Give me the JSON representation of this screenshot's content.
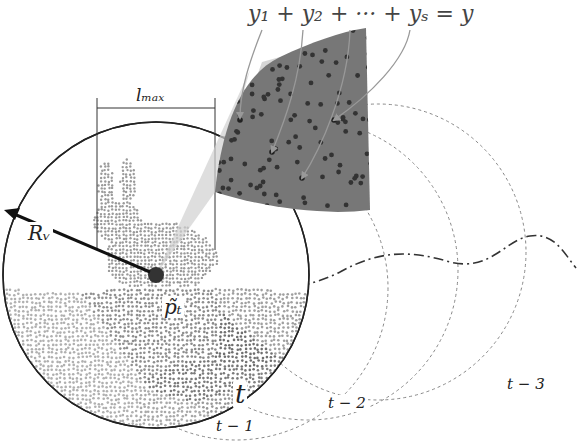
{
  "diagram": {
    "labels": [
      "y₁ + y₂ + ··· + yₛ = y",
      "lₘₐₓ",
      "Rᵥ",
      "p̃ₜ",
      "t",
      "t − 1",
      "t − 2",
      "t − 3"
    ]
  }
}
